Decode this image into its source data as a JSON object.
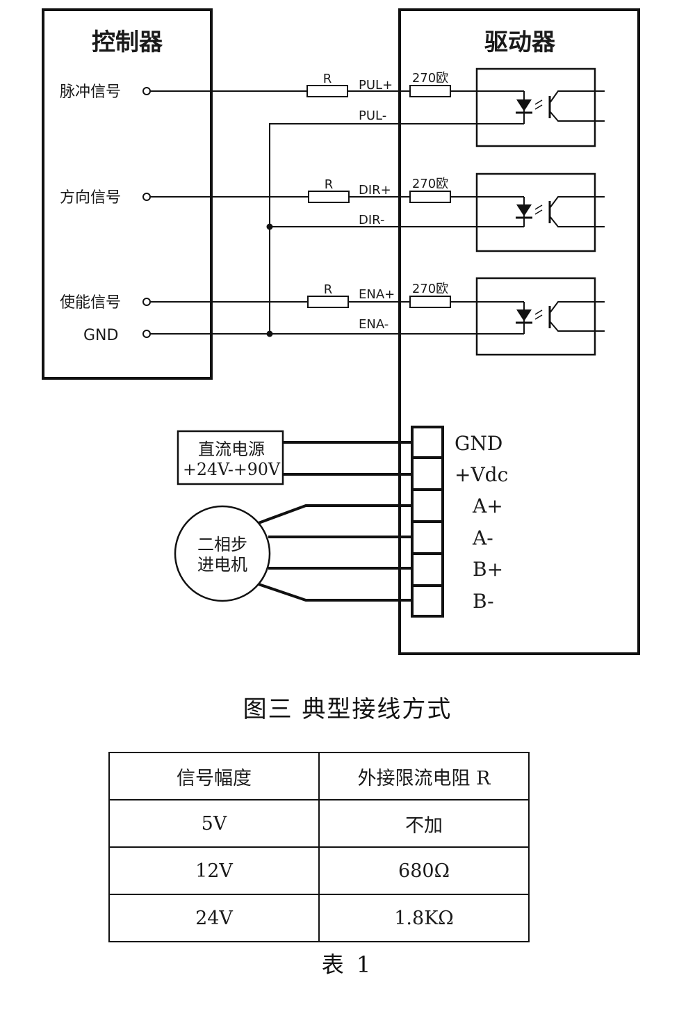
{
  "diagram": {
    "controller": {
      "title": "控制器",
      "signals": [
        "脉冲信号",
        "方向信号",
        "使能信号",
        "GND"
      ]
    },
    "driver": {
      "title": "驱动器",
      "channels": [
        {
          "resistor": "R",
          "plus": "PUL+",
          "minus": "PUL-",
          "internal_resistor": "270欧"
        },
        {
          "resistor": "R",
          "plus": "DIR+",
          "minus": "DIR-",
          "internal_resistor": "270欧"
        },
        {
          "resistor": "R",
          "plus": "ENA+",
          "minus": "ENA-",
          "internal_resistor": "270欧"
        }
      ],
      "terminals": [
        "GND",
        "+Vdc",
        "A+",
        "A-",
        "B+",
        "B-"
      ]
    },
    "power_supply": {
      "line1": "直流电源",
      "line2": "+24V-+90V"
    },
    "motor": {
      "line1": "二相步",
      "line2": "进电机"
    }
  },
  "figure_caption": "图三  典型接线方式",
  "table": {
    "headers": [
      "信号幅度",
      "外接限流电阻 R"
    ],
    "rows": [
      [
        "5V",
        "不加"
      ],
      [
        "12V",
        "680Ω"
      ],
      [
        "24V",
        "1.8KΩ"
      ]
    ]
  },
  "table_caption": "表 1"
}
